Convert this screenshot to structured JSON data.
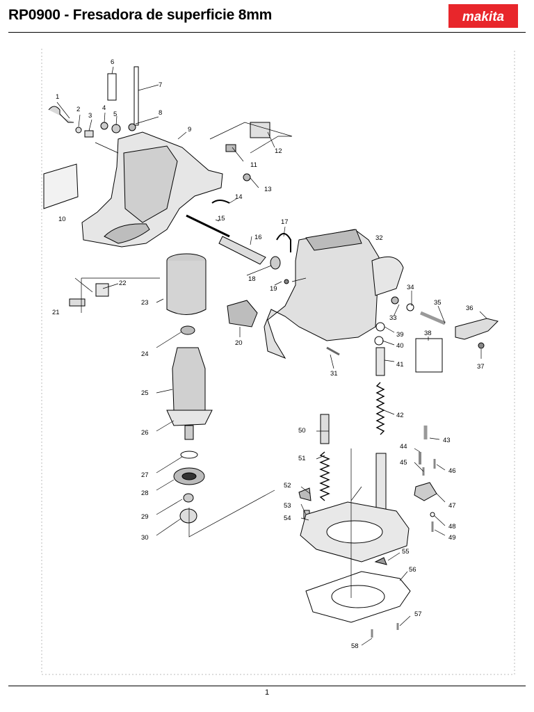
{
  "header": {
    "title": "RP0900 - Fresadora de superficie 8mm",
    "brand": "makita",
    "brand_color": "#e8262b"
  },
  "footer": {
    "page_number": "1"
  },
  "parts": {
    "p1": "1",
    "p2": "2",
    "p3": "3",
    "p4": "4",
    "p5": "5",
    "p6": "6",
    "p7": "7",
    "p8": "8",
    "p9": "9",
    "p10": "10",
    "p11": "11",
    "p12": "12",
    "p13": "13",
    "p14": "14",
    "p15": "15",
    "p16": "16",
    "p17": "17",
    "p18": "18",
    "p19": "19",
    "p20": "20",
    "p21": "21",
    "p22": "22",
    "p23": "23",
    "p24": "24",
    "p25": "25",
    "p26": "26",
    "p27": "27",
    "p28": "28",
    "p29": "29",
    "p30": "30",
    "p31": "31",
    "p32": "32",
    "p33": "33",
    "p34": "34",
    "p35": "35",
    "p36": "36",
    "p37": "37",
    "p38": "38",
    "p39": "39",
    "p40": "40",
    "p41": "41",
    "p42": "42",
    "p43": "43",
    "p44": "44",
    "p45": "45",
    "p46": "46",
    "p47": "47",
    "p48": "48",
    "p49": "49",
    "p50": "50",
    "p51": "51",
    "p52": "52",
    "p53": "53",
    "p54": "54",
    "p55": "55",
    "p56": "56",
    "p57": "57",
    "p58": "58"
  }
}
